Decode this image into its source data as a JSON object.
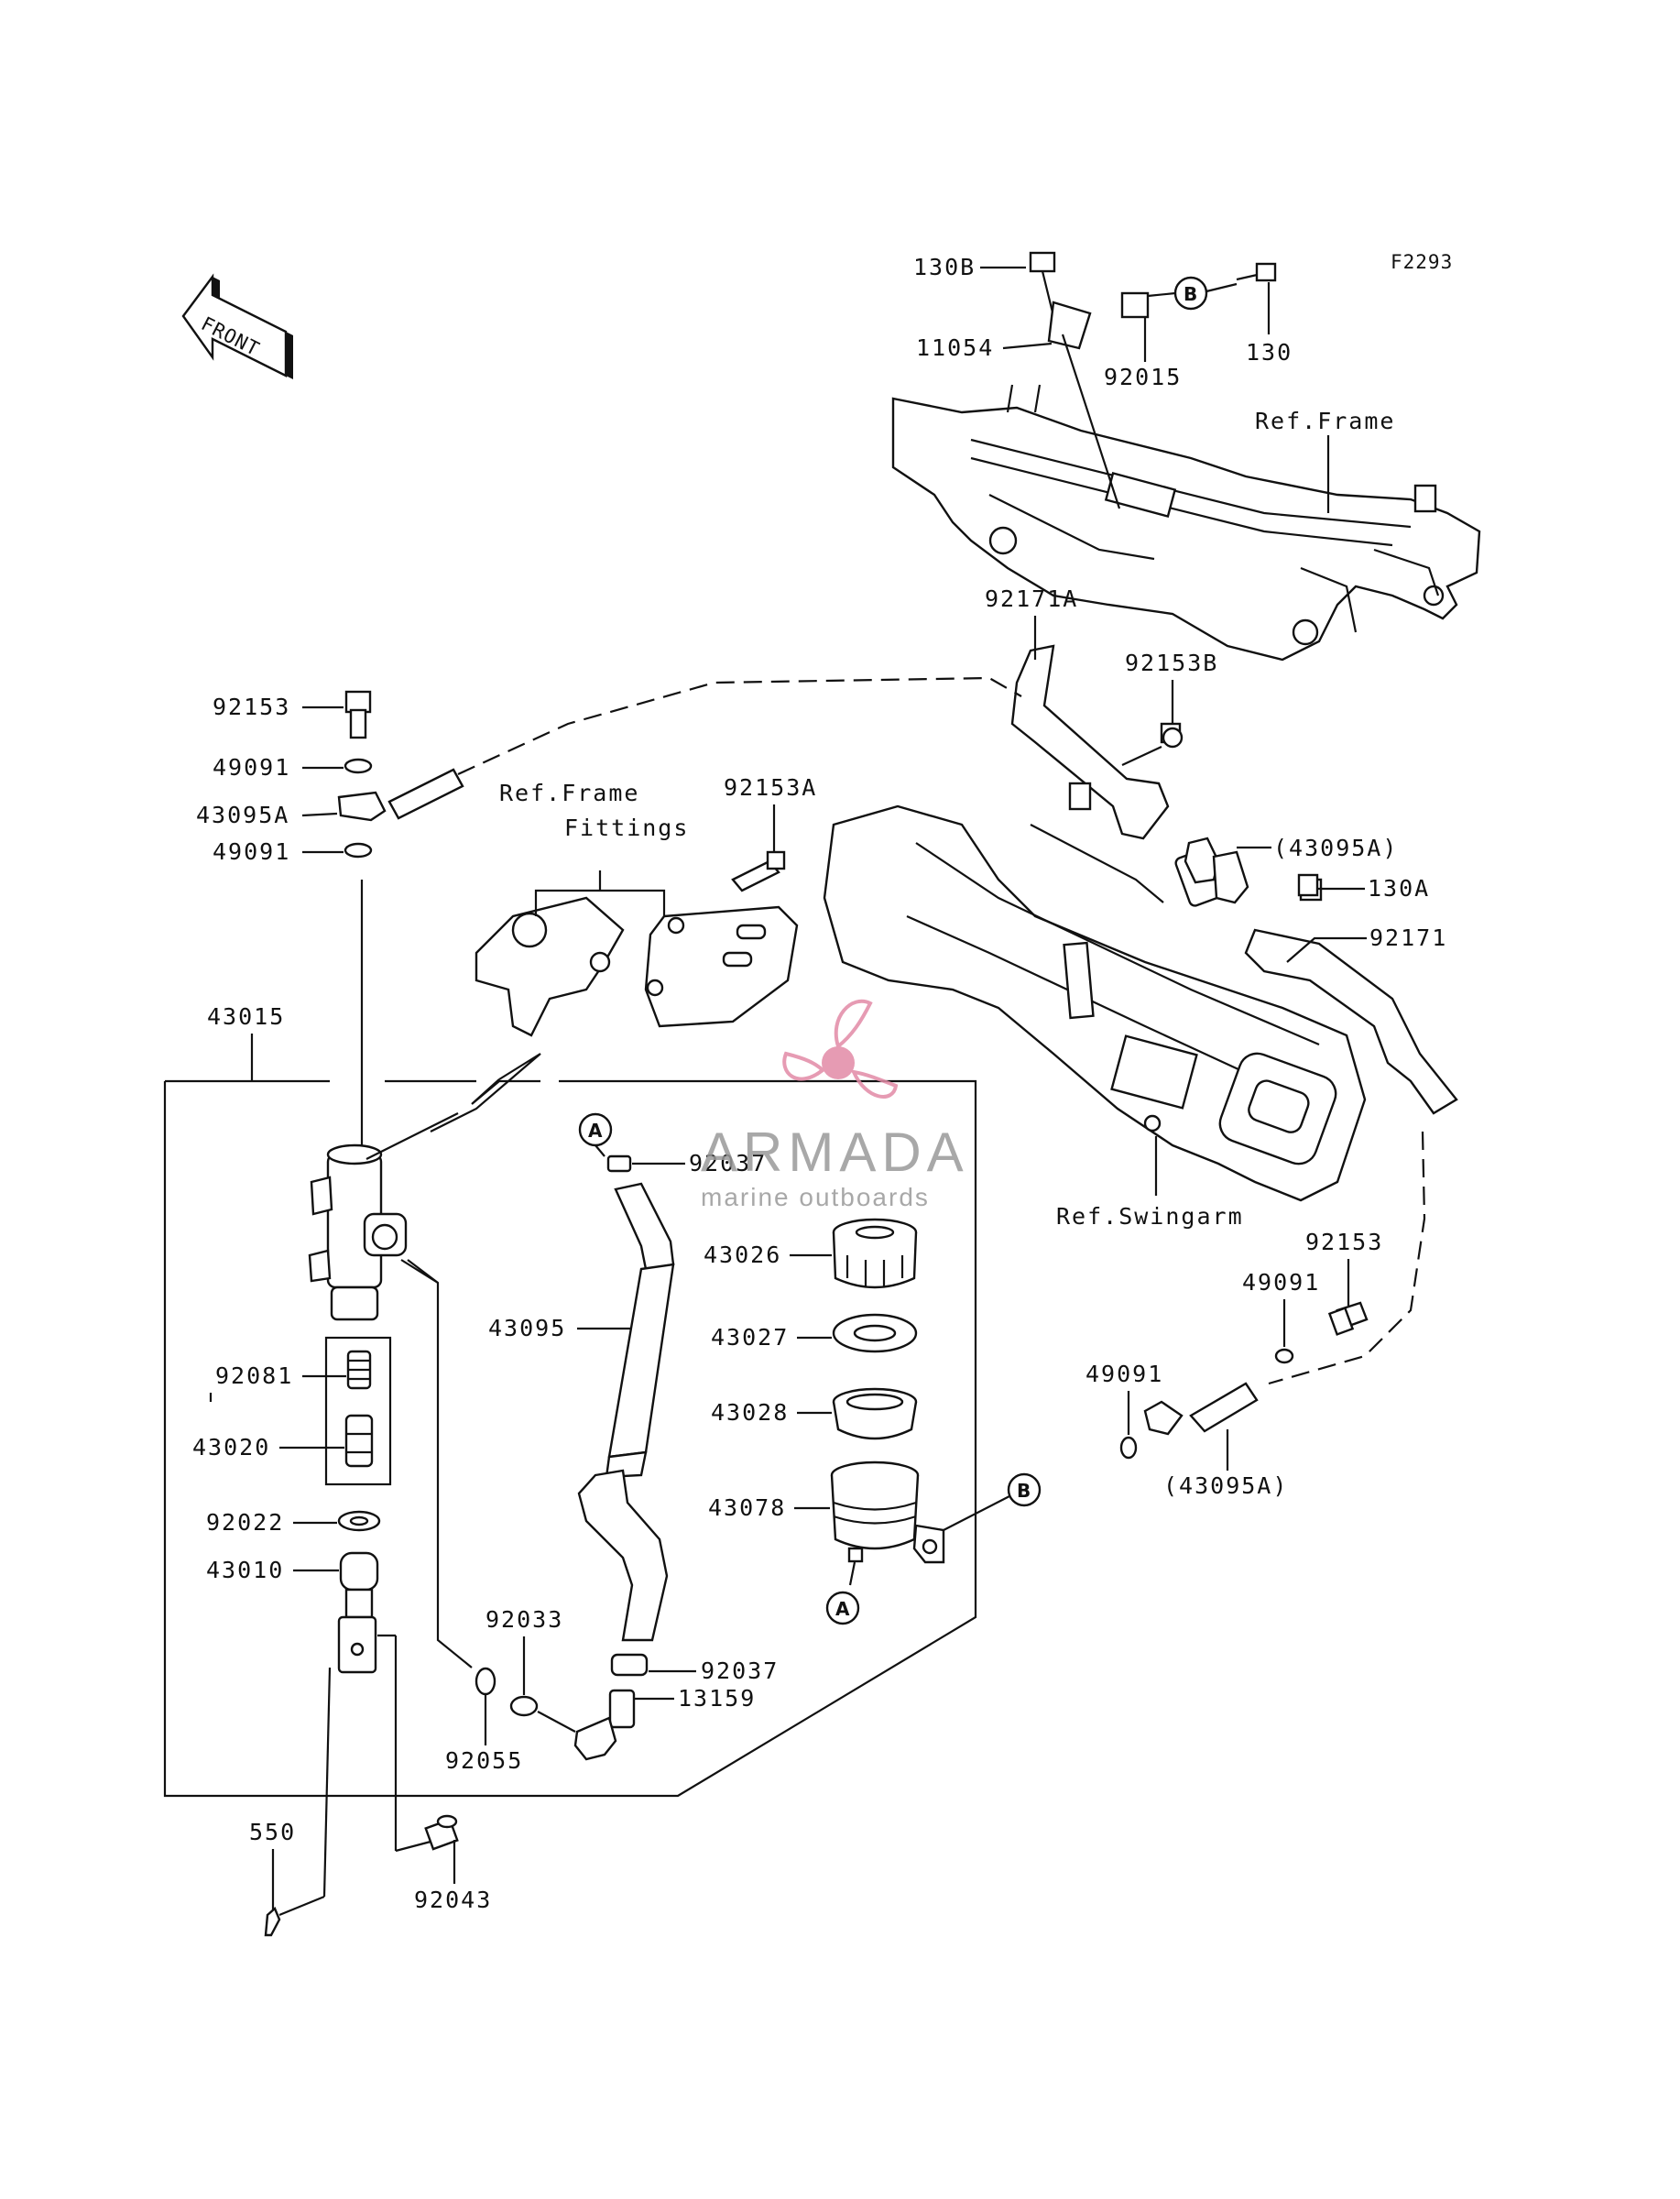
{
  "diagram_code": "F2293",
  "front_arrow_text": "FRONT",
  "ref_labels": {
    "frame": "Ref.Frame",
    "frame_fittings_line1": "Ref.Frame",
    "frame_fittings_line2": "Fittings",
    "swingarm": "Ref.Swingarm"
  },
  "callouts": {
    "A": "A",
    "B": "B"
  },
  "parts": [
    {
      "id": "130B",
      "label": "130B"
    },
    {
      "id": "11054",
      "label": "11054"
    },
    {
      "id": "92015",
      "label": "92015"
    },
    {
      "id": "130",
      "label": "130"
    },
    {
      "id": "92171A",
      "label": "92171A"
    },
    {
      "id": "92153B",
      "label": "92153B"
    },
    {
      "id": "92153_top",
      "label": "92153"
    },
    {
      "id": "49091_top1",
      "label": "49091"
    },
    {
      "id": "43095A_top",
      "label": "43095A"
    },
    {
      "id": "49091_top2",
      "label": "49091"
    },
    {
      "id": "92153A",
      "label": "92153A"
    },
    {
      "id": "43095A_paren_top",
      "label": "(43095A)"
    },
    {
      "id": "130A",
      "label": "130A"
    },
    {
      "id": "92171",
      "label": "92171"
    },
    {
      "id": "43015",
      "label": "43015"
    },
    {
      "id": "92037_top",
      "label": "92037"
    },
    {
      "id": "43026",
      "label": "43026"
    },
    {
      "id": "43027",
      "label": "43027"
    },
    {
      "id": "43095",
      "label": "43095"
    },
    {
      "id": "43028",
      "label": "43028"
    },
    {
      "id": "92081",
      "label": "92081"
    },
    {
      "id": "43020",
      "label": "43020"
    },
    {
      "id": "43078",
      "label": "43078"
    },
    {
      "id": "92022",
      "label": "92022"
    },
    {
      "id": "43010",
      "label": "43010"
    },
    {
      "id": "92033",
      "label": "92033"
    },
    {
      "id": "92037_bot",
      "label": "92037"
    },
    {
      "id": "13159",
      "label": "13159"
    },
    {
      "id": "92055",
      "label": "92055"
    },
    {
      "id": "550",
      "label": "550"
    },
    {
      "id": "92043",
      "label": "92043"
    },
    {
      "id": "92153_right",
      "label": "92153"
    },
    {
      "id": "49091_right1",
      "label": "49091"
    },
    {
      "id": "49091_right2",
      "label": "49091"
    },
    {
      "id": "43095A_paren_bot",
      "label": "(43095A)"
    }
  ],
  "watermark": {
    "brand": "ARMADA",
    "tagline": "marine outboards",
    "logo_color": "#e28aa6",
    "text_color": "#9a9a9a"
  }
}
